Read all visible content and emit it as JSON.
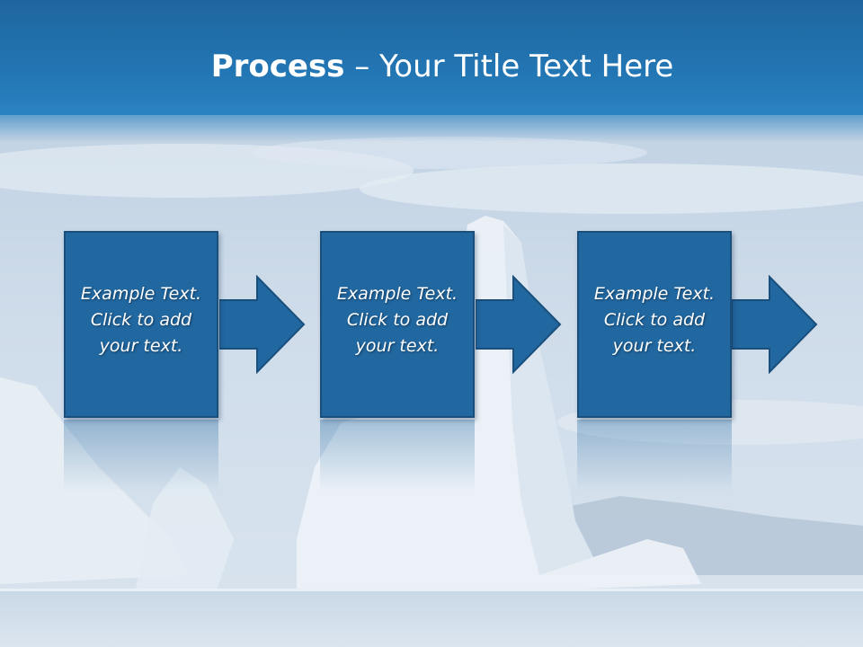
{
  "title": {
    "bold": "Process",
    "rest": " – Your Title Text Here"
  },
  "steps": [
    {
      "line1": "Example Text.",
      "line2": "Click  to add",
      "line3": "your text."
    },
    {
      "line1": "Example Text.",
      "line2": "Click  to add",
      "line3": "your text."
    },
    {
      "line1": "Example Text.",
      "line2": "Click  to add",
      "line3": "your text."
    }
  ],
  "colors": {
    "header": "#2275b3",
    "box_fill": "#2167a0",
    "box_border": "#1a4f7c",
    "text": "#ffffff"
  },
  "icons": [
    "right-arrow-icon"
  ]
}
